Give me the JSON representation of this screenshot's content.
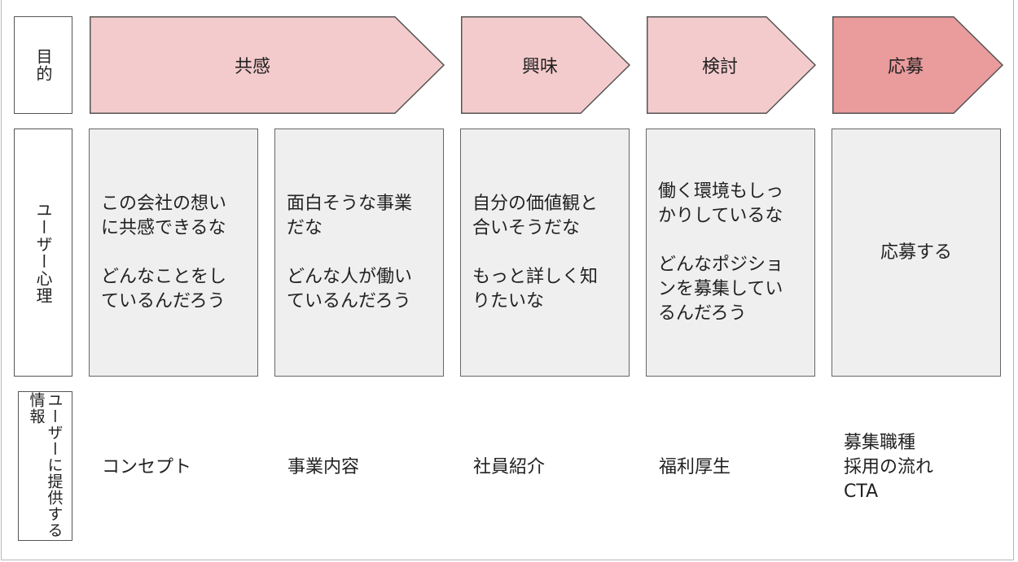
{
  "rows": {
    "purpose": "目的",
    "psychology": "ユーザー心理",
    "information": "ユーザーに提供する情報"
  },
  "stages": [
    {
      "label": "共感",
      "fill": "#f4cbcc"
    },
    {
      "label": "興味",
      "fill": "#f4cbcc"
    },
    {
      "label": "検討",
      "fill": "#f4cbcc"
    },
    {
      "label": "応募",
      "fill": "#ea9b9c"
    }
  ],
  "psychology": [
    "この会社の想い\nに共感できるな\n\nどんなことをし\nているんだろう",
    "面白そうな事業\nだな\n\nどんな人が働い\nているんだろう",
    "自分の価値観と\n合いそうだな\n\nもっと詳しく知\nりたいな",
    "働く環境もしっ\nかりしているな\n\nどんなポジショ\nンを募集してい\nるんだろう",
    "応募する"
  ],
  "information": [
    "コンセプト",
    "事業内容",
    "社員紹介",
    "福利厚生",
    "募集職種\n採用の流れ\nCTA"
  ]
}
